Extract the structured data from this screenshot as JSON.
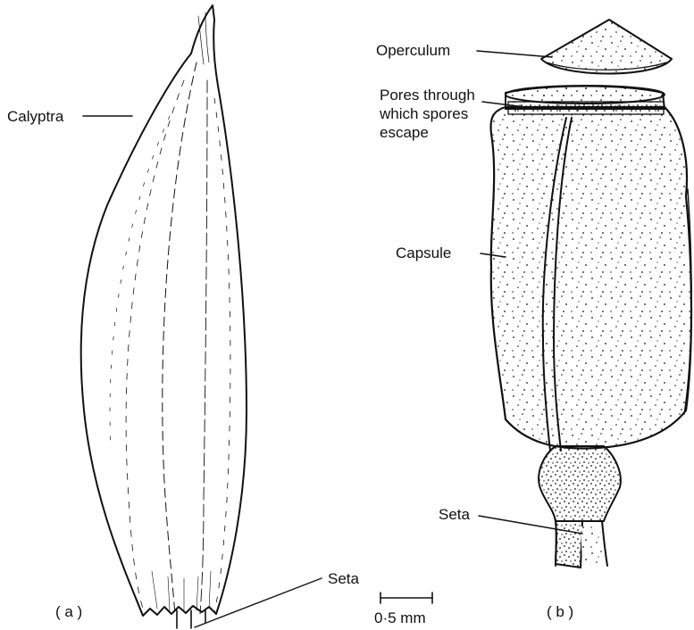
{
  "labels": {
    "calyptra": "Calyptra",
    "seta_a": "Seta",
    "panel_a": "( a )",
    "operculum": "Operculum",
    "pores_line1": "Pores through",
    "pores_line2": "which spores",
    "pores_line3": "escape",
    "capsule": "Capsule",
    "seta_b": "Seta",
    "panel_b": "( b )",
    "scale": "0·5 mm"
  },
  "colors": {
    "ink": "#111111",
    "paper": "#ffffff"
  }
}
